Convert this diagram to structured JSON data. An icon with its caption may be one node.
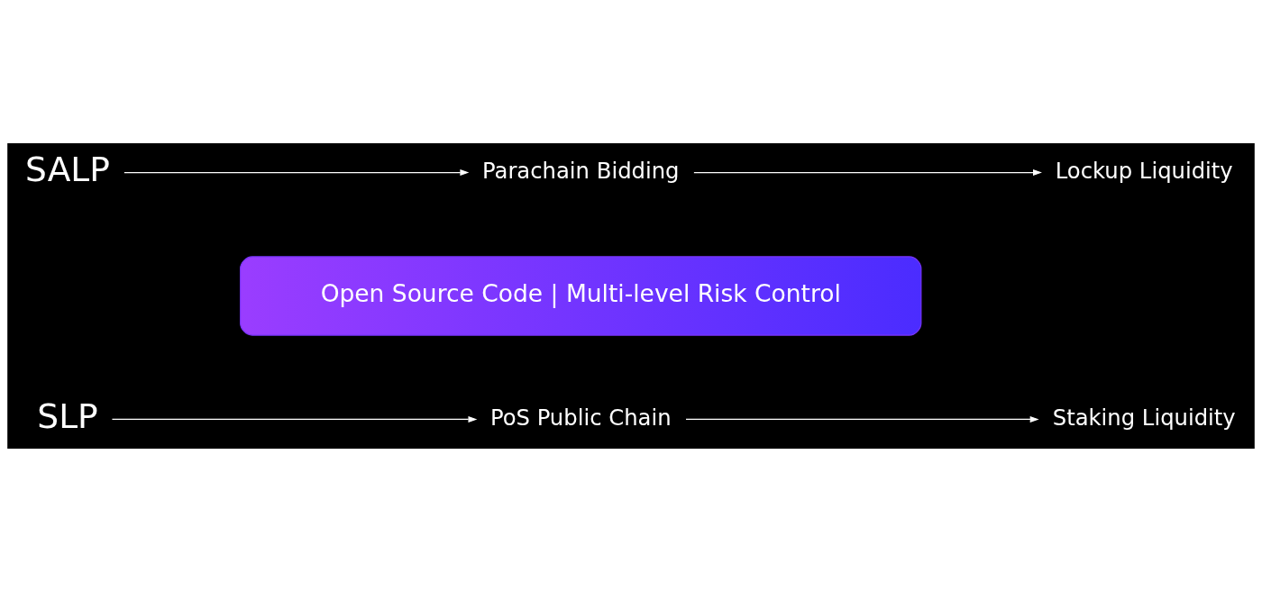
{
  "diagram": {
    "nodes": [
      {
        "text": [
          "SLP"
        ]
      },
      {
        "text": [
          "PoS Public Chain"
        ]
      },
      {
        "text": [
          "Staking Liquidity"
        ]
      },
      {
        "text": [
          "Open Source Code | Multi-level Risk Control"
        ]
      },
      {
        "text": [
          "SALP"
        ]
      },
      {
        "text": [
          "Parachain Bidding"
        ]
      },
      {
        "text": [
          "Lockup Liquidity"
        ]
      }
    ],
    "edges": [
      {
        "from": 0,
        "to": 1,
        "arrow": "to"
      },
      {
        "from": 1,
        "to": 2,
        "arrow": "to"
      },
      {
        "from": 4,
        "to": 5,
        "arrow": "to"
      },
      {
        "from": 5,
        "to": 6,
        "arrow": "to"
      }
    ]
  }
}
